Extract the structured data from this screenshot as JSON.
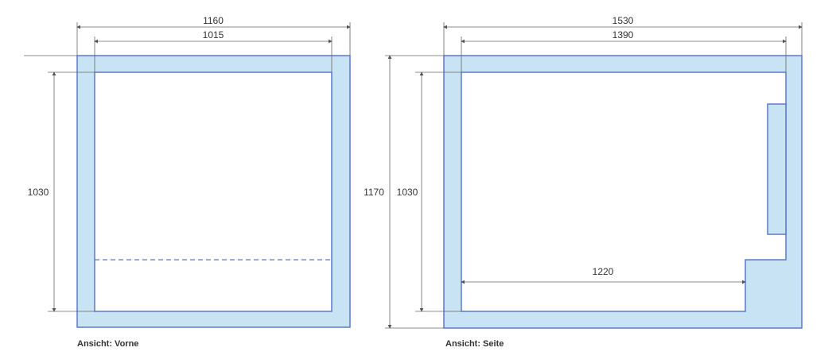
{
  "front_view": {
    "label": "Ansicht: Vorne",
    "dims": {
      "outer_width": "1160",
      "inner_width": "1015",
      "inner_height": "1030"
    }
  },
  "side_view": {
    "label": "Ansicht: Seite",
    "dims": {
      "outer_width": "1530",
      "inner_width": "1390",
      "outer_height": "1170",
      "inner_height": "1030",
      "floor_length": "1220"
    }
  },
  "colors": {
    "wall_fill": "#c8e4f4",
    "wall_stroke": "#5a78c8"
  }
}
